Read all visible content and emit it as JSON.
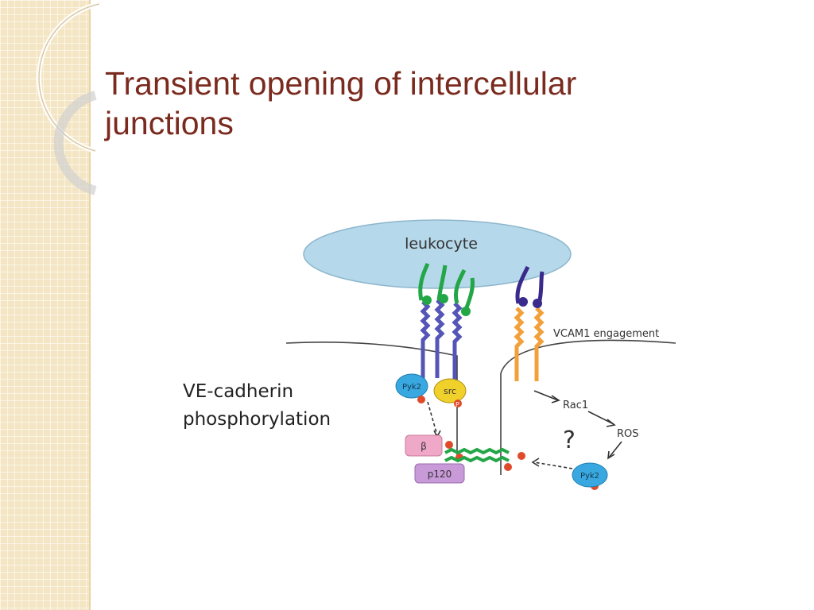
{
  "slide": {
    "title": "Transient opening of intercellular junctions"
  },
  "diagram": {
    "leukocyte_label": "leukocyte",
    "vcam1_label": "VCAM1 engagement",
    "ve_cadherin_label_line1": "VE-cadherin",
    "ve_cadherin_label_line2": "phosphorylation",
    "pyk2_top_label": "Pyk2",
    "src_label": "src",
    "beta_label": "β",
    "p120_label": "p120",
    "rac1_label": "Rac1",
    "ros_label": "ROS",
    "question_mark": "?",
    "pyk2_bottom_label": "Pyk2",
    "phospho_label": "P",
    "colors": {
      "leukocyte": "#b5d8ea",
      "cadherin_blue": "#5555b8",
      "cadherin_green": "#22a646",
      "vcam_orange": "#f2a13a",
      "integrin_purple": "#3a2a8c",
      "pyk2": "#3aa8e0",
      "src": "#f0d02a",
      "beta_catenin": "#f0a8c8",
      "p120": "#c89ad8",
      "phospho_star": "#e04a2a"
    }
  }
}
